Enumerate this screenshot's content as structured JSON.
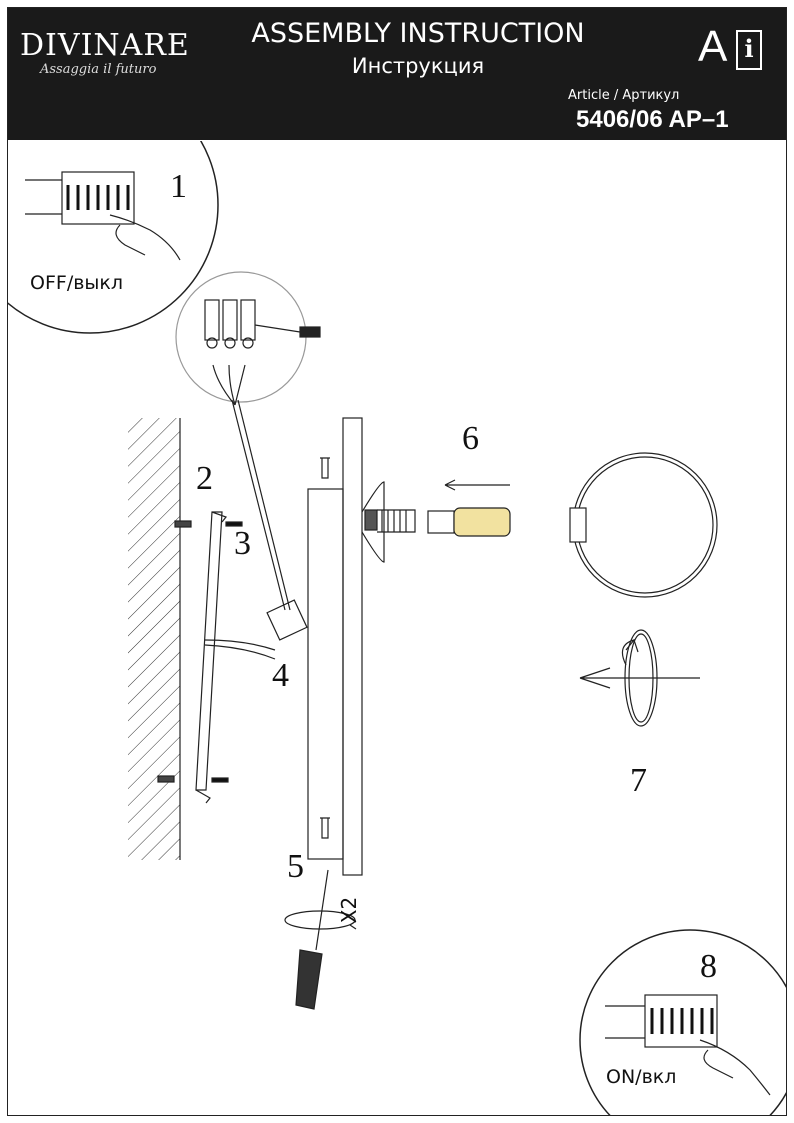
{
  "header": {
    "brand": "DIVINARE",
    "slogan": "Assaggia il futuro",
    "title": "ASSEMBLY INSTRUCTION",
    "subtitle": "Инструкция",
    "manual_letter": "A",
    "manual_icon_letter": "i",
    "article_label": "Article / Артикул",
    "article_number": "5406/06 AP–1"
  },
  "steps": {
    "s1": "1",
    "s2": "2",
    "s3": "3",
    "s4": "4",
    "s5": "5",
    "s6": "6",
    "s7": "7",
    "s8": "8"
  },
  "labels": {
    "off": "OFF/выкл",
    "on": "ON/вкл",
    "times": "X2"
  }
}
